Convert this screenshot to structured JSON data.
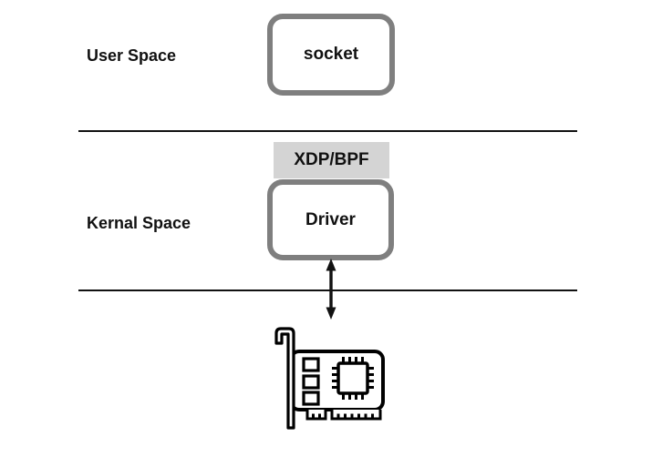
{
  "diagram": {
    "layers": {
      "user_space_label": "User Space",
      "kernel_space_label": "Kernal Space"
    },
    "nodes": {
      "socket_label": "socket",
      "xdp_label": "XDP/BPF",
      "driver_label": "Driver"
    },
    "connectors": {
      "driver_nic_arrow": "double-headed-vertical-arrow"
    },
    "icons": {
      "nic": "network-card-icon"
    },
    "colors": {
      "background": "#ffffff",
      "node_border": "#7f7f7f",
      "xdp_background": "#d4d4d4",
      "boundary_line": "#111111",
      "text": "#111111",
      "icon_stroke": "#000000"
    }
  }
}
